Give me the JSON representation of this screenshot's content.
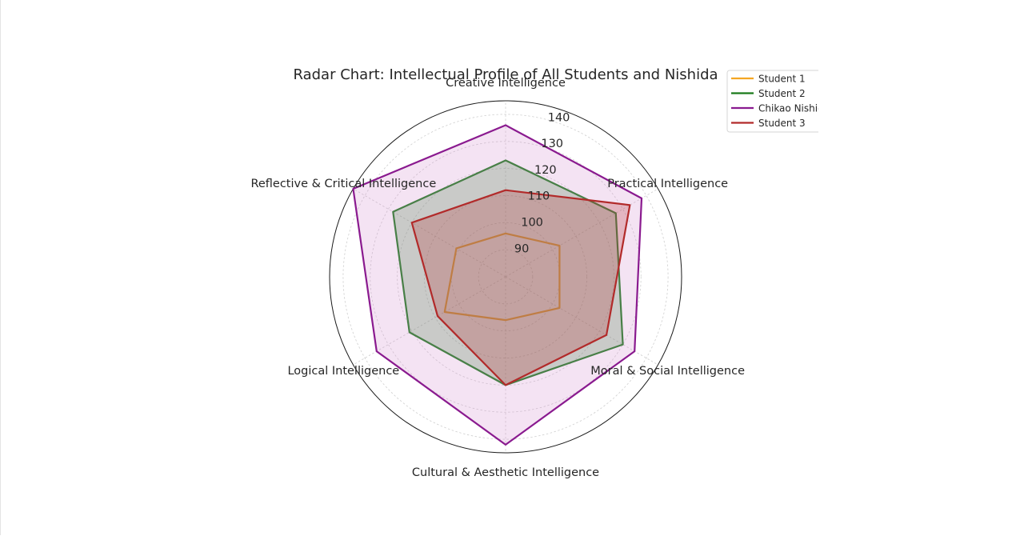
{
  "chart_data": {
    "type": "radar",
    "title": "Radar Chart: Intellectual Profile of All Students and Nishida",
    "axes": [
      "Creative Intelligence",
      "Practical Intelligence",
      "Moral & Social Intelligence",
      "Cultural & Aesthetic Intelligence",
      "Logical Intelligence",
      "Reflective & Critical Intelligence"
    ],
    "rlim": [
      80,
      145
    ],
    "ticks": [
      90,
      100,
      110,
      120,
      130,
      140
    ],
    "grid": true,
    "legend_position": "top-right",
    "series": [
      {
        "name": "Student 1",
        "color": "#f5a623",
        "fill": false,
        "values": [
          96,
          103,
          103,
          96,
          106,
          101
        ]
      },
      {
        "name": "Student 2",
        "color": "#1a7a1a",
        "fill": true,
        "values": [
          123,
          127,
          130,
          120,
          121,
          128
        ]
      },
      {
        "name": "Chikao Nishida",
        "color": "#8a1a8f",
        "fill": true,
        "fill_color": "#d38fd0",
        "values": [
          136,
          138,
          135,
          142,
          135,
          145
        ]
      },
      {
        "name": "Student 3",
        "color": "#b22a2a",
        "fill": true,
        "values": [
          112,
          133,
          123,
          120,
          109,
          120
        ]
      }
    ]
  }
}
